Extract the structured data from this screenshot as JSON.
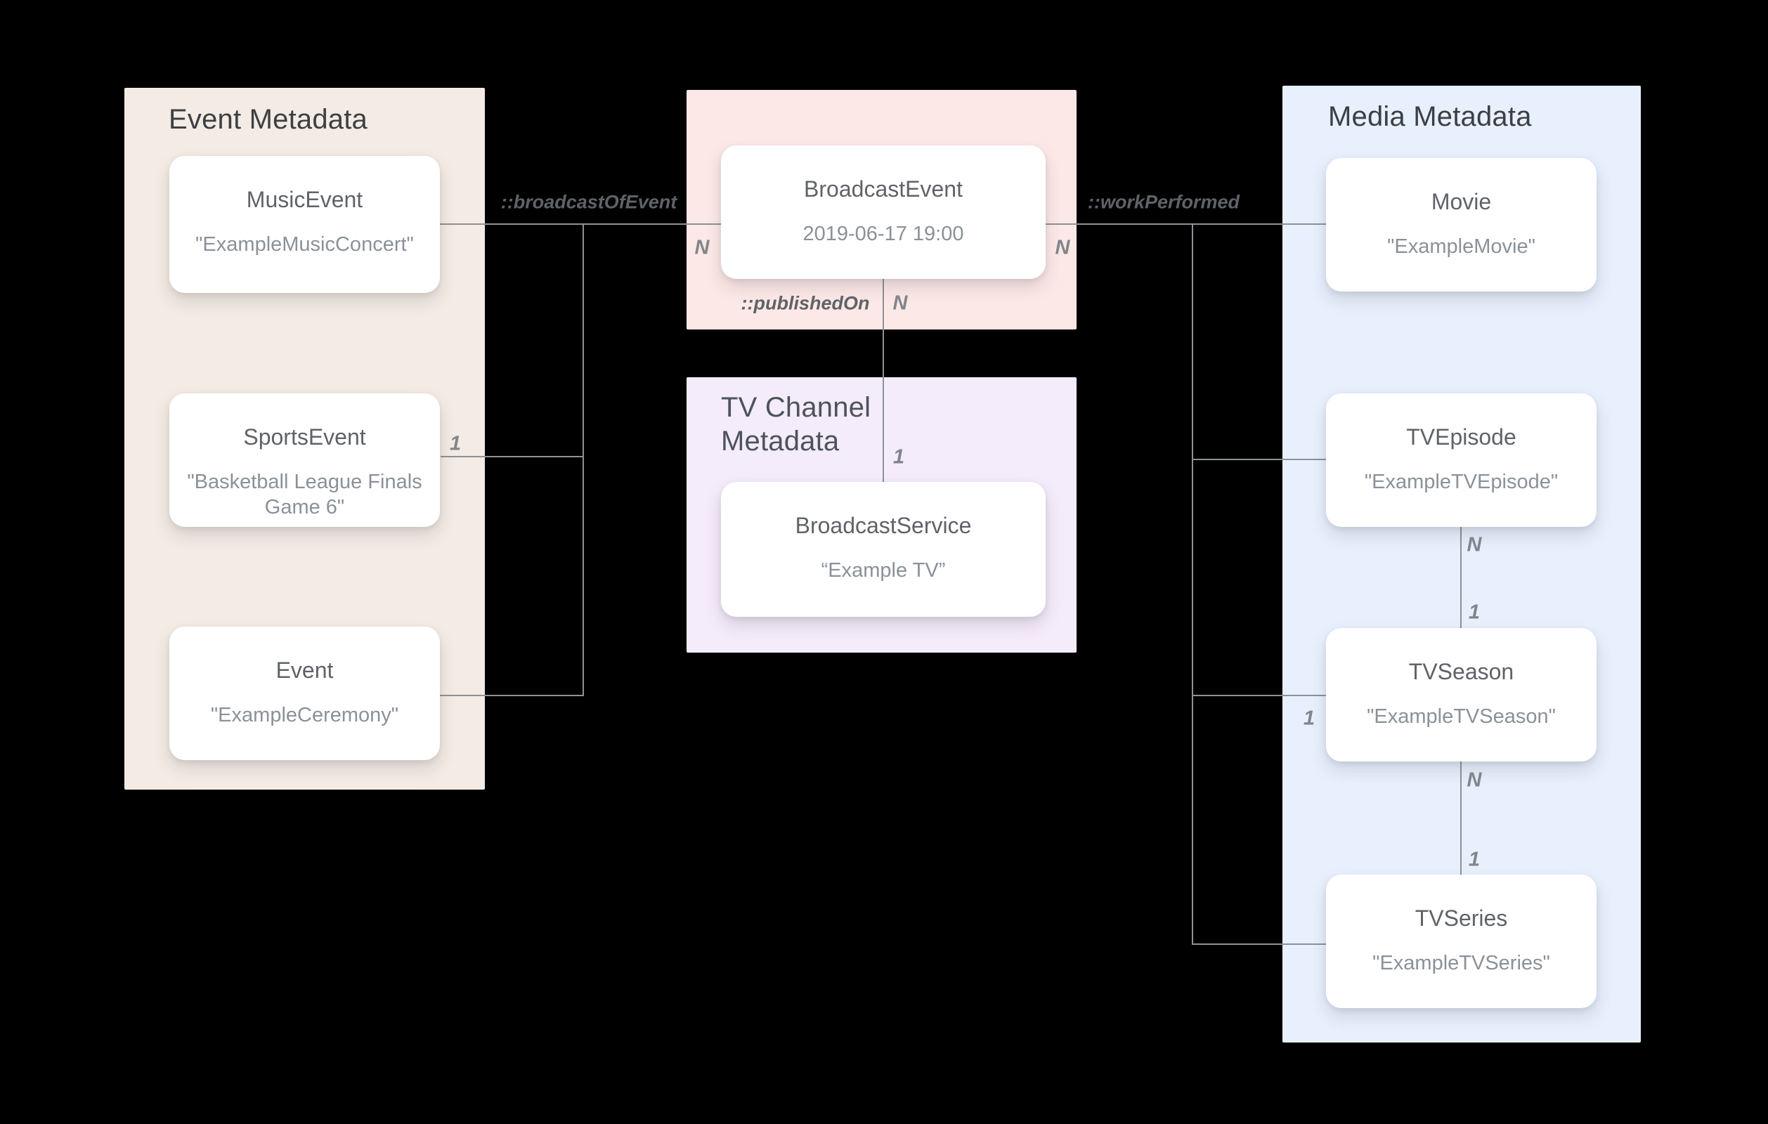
{
  "colors": {
    "background": "#000000",
    "event_panel": "#f4ebe4",
    "broadcast_panel": "#fce8e6",
    "tv_channel_panel": "#f4ebfb",
    "media_panel": "#e8f0fe",
    "card_background": "#ffffff",
    "connector": "#8d9297",
    "heading_text": "#5f6368",
    "value_text": "#8b9198",
    "title_text": "#3c4043"
  },
  "panels": {
    "event_metadata": {
      "title": "Event Metadata"
    },
    "tv_channel_metadata": {
      "title": "TV Channel Metadata"
    },
    "media_metadata": {
      "title": "Media Metadata"
    }
  },
  "cards": {
    "music_event": {
      "name": "MusicEvent",
      "value": "\"ExampleMusicConcert\""
    },
    "sports_event": {
      "name": "SportsEvent",
      "value": "\"Basketball League Finals Game 6\""
    },
    "event": {
      "name": "Event",
      "value": "\"ExampleCeremony\""
    },
    "broadcast_event": {
      "name": "BroadcastEvent",
      "value": "2019-06-17 19:00"
    },
    "broadcast_service": {
      "name": "BroadcastService",
      "value": "“Example TV”"
    },
    "movie": {
      "name": "Movie",
      "value": "\"ExampleMovie\""
    },
    "tv_episode": {
      "name": "TVEpisode",
      "value": "\"ExampleTVEpisode\""
    },
    "tv_season": {
      "name": "TVSeason",
      "value": "\"ExampleTVSeason\""
    },
    "tv_series": {
      "name": "TVSeries",
      "value": "\"ExampleTVSeries\""
    }
  },
  "edges": [
    {
      "label": "::broadcastOfEvent",
      "n_at_broadcast_event": "N",
      "one_at_sports_event": "1"
    },
    {
      "label": "::workPerformed",
      "n_at_broadcast_event": "N",
      "one_at_tv_season": "1"
    },
    {
      "label": "::publishedOn",
      "n_at_broadcast_event": "N",
      "one_at_broadcast_service": "1"
    },
    {
      "between": [
        "TVEpisode",
        "TVSeason"
      ],
      "n_at_tv_episode": "N",
      "one_at_tv_season": "1"
    },
    {
      "between": [
        "TVSeason",
        "TVSeries"
      ],
      "n_at_tv_season": "N",
      "one_at_tv_series": "1"
    }
  ]
}
